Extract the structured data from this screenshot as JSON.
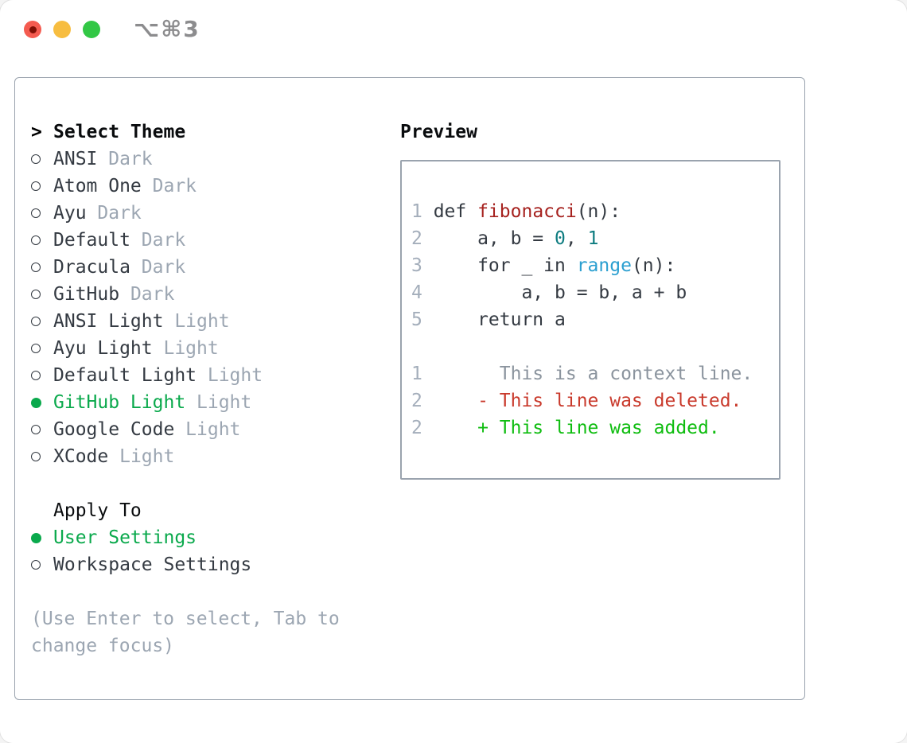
{
  "window": {
    "title_shortcut": "⌥⌘3"
  },
  "theme_picker": {
    "header": {
      "prompt": ">",
      "label": "Select Theme"
    },
    "themes": [
      {
        "name": "ANSI",
        "variant": "Dark",
        "selected": false
      },
      {
        "name": "Atom One",
        "variant": "Dark",
        "selected": false
      },
      {
        "name": "Ayu",
        "variant": "Dark",
        "selected": false
      },
      {
        "name": "Default",
        "variant": "Dark",
        "selected": false
      },
      {
        "name": "Dracula",
        "variant": "Dark",
        "selected": false
      },
      {
        "name": "GitHub",
        "variant": "Dark",
        "selected": false
      },
      {
        "name": "ANSI Light",
        "variant": "Light",
        "selected": false
      },
      {
        "name": "Ayu Light",
        "variant": "Light",
        "selected": false
      },
      {
        "name": "Default Light",
        "variant": "Light",
        "selected": false
      },
      {
        "name": "GitHub Light",
        "variant": "Light",
        "selected": true
      },
      {
        "name": "Google Code",
        "variant": "Light",
        "selected": false
      },
      {
        "name": "XCode",
        "variant": "Light",
        "selected": false
      }
    ],
    "apply_to": {
      "label": "Apply To",
      "options": [
        {
          "label": "User Settings",
          "selected": true
        },
        {
          "label": "Workspace Settings",
          "selected": false
        }
      ]
    },
    "help_text": "(Use Enter to select, Tab to change focus)"
  },
  "preview": {
    "title": "Preview",
    "code_lines": [
      {
        "num": "1",
        "segments": [
          {
            "text": "def ",
            "type": "plain"
          },
          {
            "text": "fibonacci",
            "type": "func"
          },
          {
            "text": "(n):",
            "type": "plain"
          }
        ]
      },
      {
        "num": "2",
        "segments": [
          {
            "text": "    a, b = ",
            "type": "plain"
          },
          {
            "text": "0",
            "type": "num"
          },
          {
            "text": ", ",
            "type": "plain"
          },
          {
            "text": "1",
            "type": "num"
          }
        ]
      },
      {
        "num": "3",
        "segments": [
          {
            "text": "    for _ in ",
            "type": "plain"
          },
          {
            "text": "range",
            "type": "call"
          },
          {
            "text": "(n):",
            "type": "plain"
          }
        ]
      },
      {
        "num": "4",
        "segments": [
          {
            "text": "        a, b = b, a + b",
            "type": "plain"
          }
        ]
      },
      {
        "num": "5",
        "segments": [
          {
            "text": "    return a",
            "type": "plain"
          }
        ]
      },
      {
        "blank": true
      },
      {
        "num": "1",
        "segments": [
          {
            "text": "      This is a context line.",
            "type": "context"
          }
        ]
      },
      {
        "num": "2",
        "segments": [
          {
            "text": "    - This line was deleted.",
            "type": "del"
          }
        ]
      },
      {
        "num": "2",
        "segments": [
          {
            "text": "    + This line was added.",
            "type": "add"
          }
        ]
      }
    ]
  },
  "colors": {
    "selected_green": "#0aa94c",
    "added_green": "#0fbd10",
    "deleted_red": "#c93a2c",
    "function_red": "#a6221f",
    "number_teal": "#0e7c80",
    "call_blue": "#2b9fd0",
    "text_dark": "#343a42",
    "muted_gray": "#9ca6b2",
    "context_gray": "#8b949e",
    "linenum_gray": "#a4aebb",
    "border_gray": "#9aa3ae",
    "titlebar_gray": "#8c8c8e",
    "traffic_red": "#f45b50",
    "traffic_yellow": "#f7bd40",
    "traffic_green": "#32c745"
  }
}
